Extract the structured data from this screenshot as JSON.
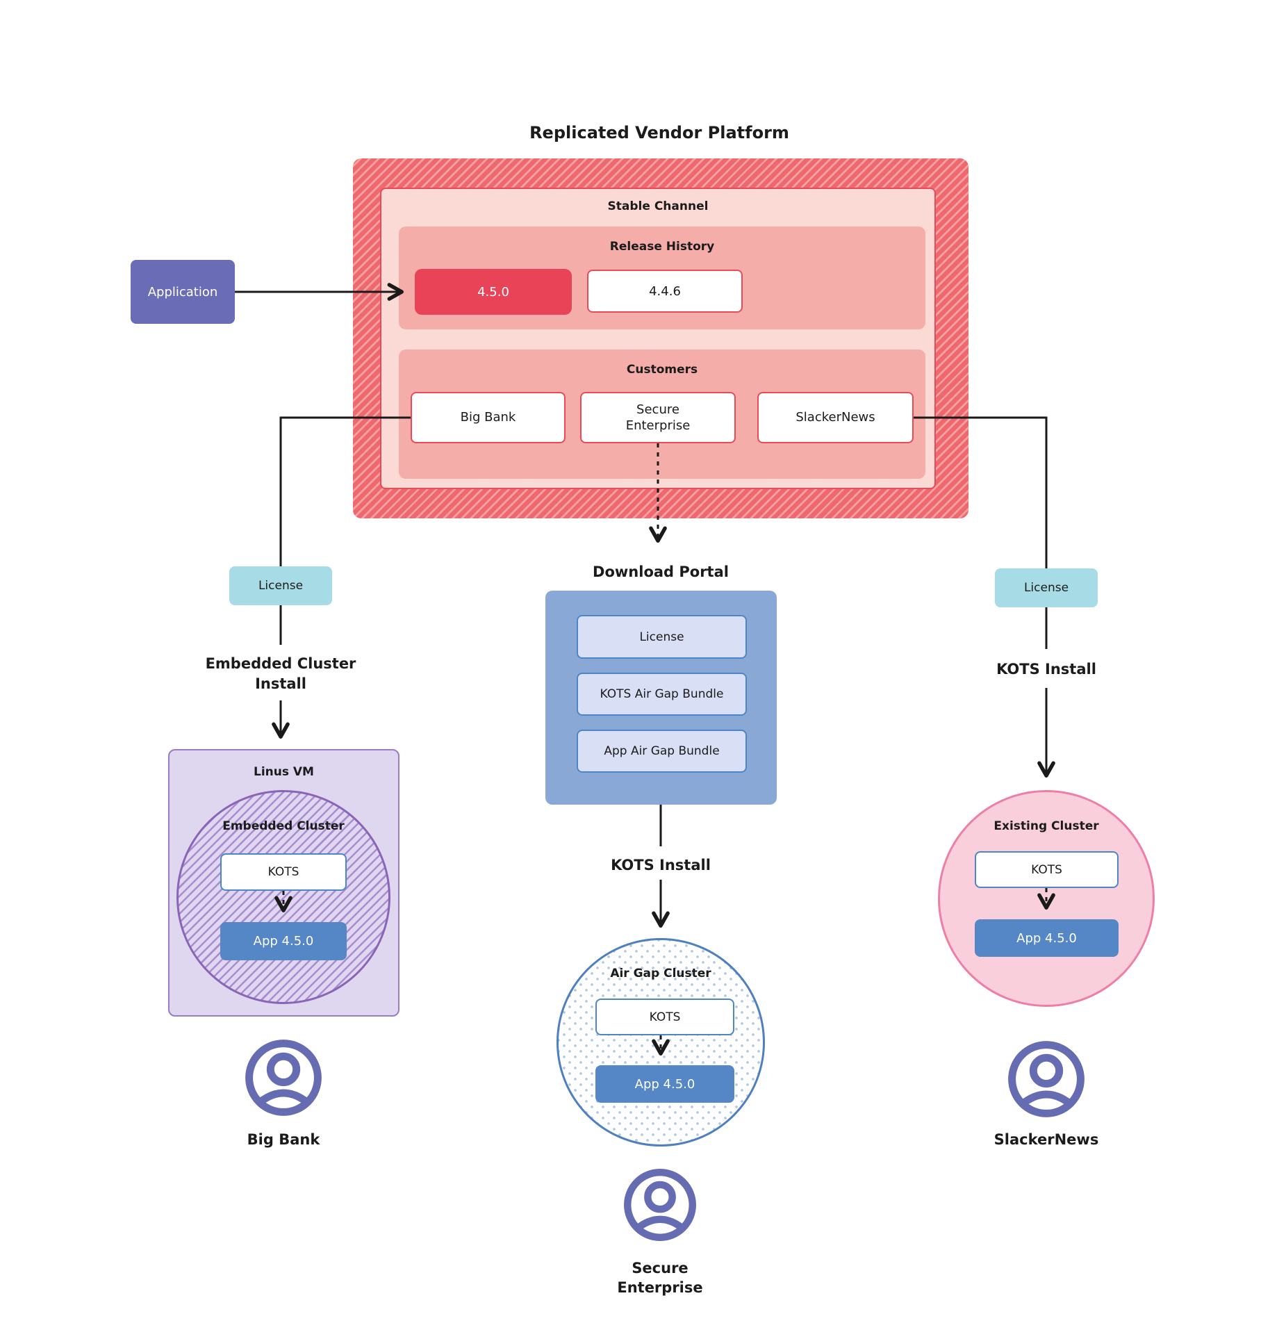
{
  "title": "Replicated Vendor Platform",
  "platform": {
    "stable_channel_label": "Stable Channel",
    "release_history": {
      "label": "Release History",
      "releases": [
        {
          "version": "4.5.0",
          "current": true
        },
        {
          "version": "4.4.6",
          "current": false
        }
      ]
    },
    "customers": {
      "label": "Customers",
      "items": [
        "Big Bank",
        "Secure Enterprise",
        "SlackerNews"
      ]
    }
  },
  "application_label": "Application",
  "flows": {
    "big_bank": {
      "license_label": "License",
      "install_label": "Embedded Cluster Install",
      "vm_label": "Linus VM",
      "cluster_label": "Embedded Cluster",
      "kots_label": "KOTS",
      "app_label": "App 4.5.0",
      "customer_label": "Big Bank"
    },
    "secure_enterprise": {
      "portal_label": "Download Portal",
      "portal_items": [
        "License",
        "KOTS Air Gap Bundle",
        "App Air Gap Bundle"
      ],
      "install_label": "KOTS Install",
      "cluster_label": "Air Gap Cluster",
      "kots_label": "KOTS",
      "app_label": "App 4.5.0",
      "customer_label": "Secure Enterprise"
    },
    "slackernews": {
      "license_label": "License",
      "install_label": "KOTS Install",
      "cluster_label": "Existing Cluster",
      "kots_label": "KOTS",
      "app_label": "App 4.5.0",
      "customer_label": "SlackerNews"
    }
  },
  "palette": {
    "platform_red": "#EF686D",
    "platform_stripe": "#F5A2A4",
    "channel_bg": "#FBD9D5",
    "channel_border": "#E84A57",
    "section_bg": "#F5ADA9",
    "release_current_bg": "#E84357",
    "application_bg": "#6A6DB5",
    "license_bg": "#A7DBE5",
    "portal_bg": "#8AA8D6",
    "portal_item_bg": "#D9DFF5",
    "app_box_bg": "#5586C5",
    "kots_border": "#4D86C8",
    "vm_bg": "#DFD7EF",
    "vm_border": "#9A7BC6",
    "hatch_purple": "#A98BD1",
    "existing_cluster_bg": "#F9CFDB",
    "existing_cluster_border": "#EE7EA6",
    "airgap_dot": "#AFC7E8",
    "user_icon": "#666CB2",
    "connector": "#1A1A1A"
  }
}
